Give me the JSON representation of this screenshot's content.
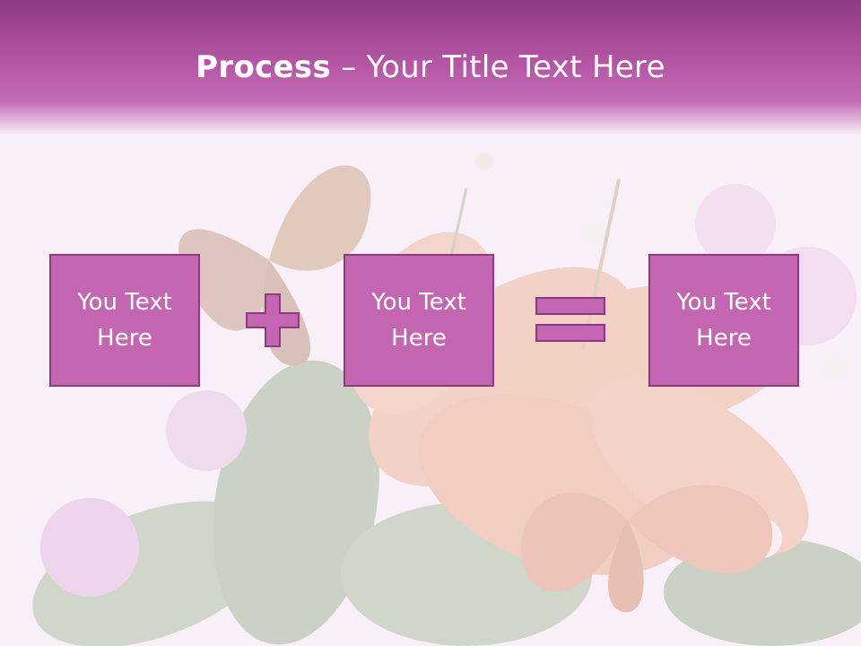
{
  "slide": {
    "title_bold": "Process",
    "title_dash": " – ",
    "title_rest": "Your Title Text Here"
  },
  "boxes": [
    {
      "line1": "You Text",
      "line2": "Here"
    },
    {
      "line1": "You Text",
      "line2": "Here"
    },
    {
      "line1": "You Text",
      "line2": "Here"
    }
  ],
  "operators": [
    "plus-icon",
    "equals-icon"
  ],
  "colors": {
    "header": "#b454a4",
    "box_fill": "#c566b3",
    "box_border": "#8c3a82",
    "text": "#ffffff"
  }
}
